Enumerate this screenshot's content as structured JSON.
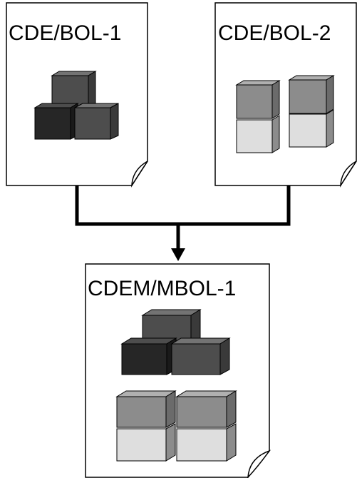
{
  "documents": {
    "source_1": {
      "label": "CDE/BOL-1"
    },
    "source_2": {
      "label": "CDE/BOL-2"
    },
    "merged": {
      "label": "CDEM/MBOL-1"
    }
  },
  "colors": {
    "page_fill": "#ffffff",
    "page_stroke": "#000000",
    "connector": "#000000",
    "cube_black": "#262626",
    "cube_dark": "#4d4d4d",
    "cube_mid": "#8c8c8c",
    "cube_light": "#dedede"
  },
  "icons": {
    "page": "document-page-icon",
    "dark_stack": "dark-block-stack-icon",
    "light_stack": "light-block-stack-icon"
  }
}
